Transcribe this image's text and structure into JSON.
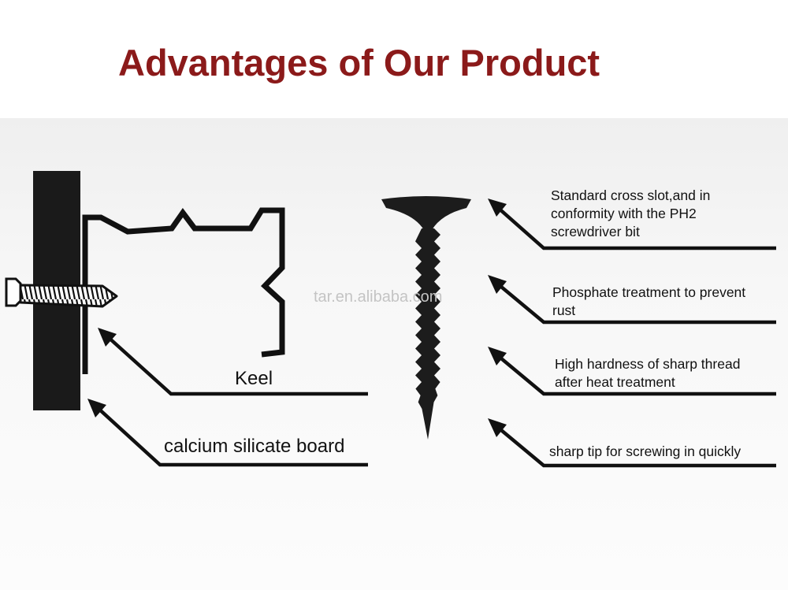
{
  "title": "Advantages of Our Product",
  "colors": {
    "title": "#8b1a1a",
    "ink": "#111111",
    "watermark": "#c4c4c4"
  },
  "watermark": "tar.en.alibaba.com",
  "labels": {
    "keel": "Keel",
    "board": "calcium silicate board"
  },
  "features": [
    {
      "lines": [
        "Standard cross slot,and in",
        "conformity with the PH2",
        "screwdriver bit"
      ]
    },
    {
      "lines": [
        "Phosphate treatment to prevent",
        "rust"
      ]
    },
    {
      "lines": [
        "High hardness of sharp thread",
        "after heat treatment"
      ]
    },
    {
      "lines": [
        "sharp tip for screwing in quickly"
      ]
    }
  ]
}
